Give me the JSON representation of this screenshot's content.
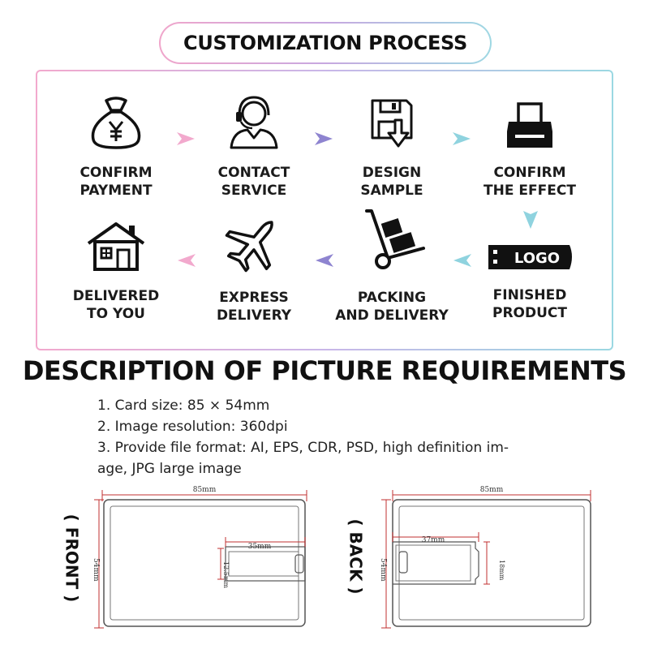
{
  "header": {
    "title": "CUSTOMIZATION PROCESS"
  },
  "process": {
    "steps": [
      {
        "line1": "CONFIRM",
        "line2": "PAYMENT",
        "icon": "money-bag-yen-icon"
      },
      {
        "line1": "CONTACT",
        "line2": "SERVICE",
        "icon": "customer-service-headset-icon"
      },
      {
        "line1": "DESIGN",
        "line2": "SAMPLE",
        "icon": "floppy-download-icon"
      },
      {
        "line1": "CONFIRM",
        "line2": "THE EFFECT",
        "icon": "printer-icon"
      },
      {
        "line1": "FINISHED",
        "line2": "PRODUCT",
        "icon": "usb-logo-icon",
        "logo_text": "LOGO"
      },
      {
        "line1": "PACKING",
        "line2": "AND DELIVERY",
        "icon": "hand-truck-icon"
      },
      {
        "line1": "EXPRESS",
        "line2": "DELIVERY",
        "icon": "airplane-icon"
      },
      {
        "line1": "DELIVERED",
        "line2": "TO YOU",
        "icon": "house-icon"
      }
    ],
    "colors": {
      "pink": "#f2a9cd",
      "purple": "#8e84d0",
      "teal": "#8fd3df"
    }
  },
  "description": {
    "title": "DESCRIPTION OF PICTURE REQUIREMENTS",
    "items": [
      "1. Card size: 85 × 54mm",
      "2. Image resolution: 360dpi",
      "3. Provide file format: AI, EPS, CDR, PSD, high definition im-",
      "age, JPG large image"
    ]
  },
  "diagrams": {
    "front": {
      "label": "( FRONT )",
      "width": "85mm",
      "height": "54mm",
      "slot_w": "35mm",
      "slot_h": "12.5mm"
    },
    "back": {
      "label": "( BACK )",
      "width": "85mm",
      "height": "54mm",
      "slot_w": "37mm",
      "slot_h": "18mm"
    }
  }
}
